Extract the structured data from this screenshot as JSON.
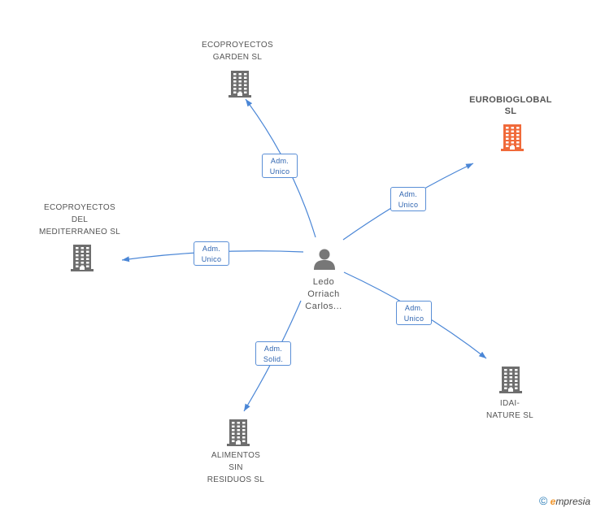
{
  "colors": {
    "edge": "#4a86d6",
    "building": "#6e6e6e",
    "building_highlight": "#f06a3a",
    "person": "#777777"
  },
  "center": {
    "name_lines": [
      "Ledo",
      "Orriach",
      "Carlos..."
    ],
    "icon": "person-icon"
  },
  "companies": [
    {
      "id": "ecoproyectos-garden",
      "lines": [
        "ECOPROYECTOS",
        "GARDEN SL"
      ],
      "highlight": false,
      "icon": "building-icon"
    },
    {
      "id": "eurobioglobal",
      "lines": [
        "EUROBIOGLOBAL",
        "SL"
      ],
      "highlight": true,
      "icon": "building-icon"
    },
    {
      "id": "ecoproyectos-mediterraneo",
      "lines": [
        "ECOPROYECTOS",
        "DEL",
        "MEDITERRANEO SL"
      ],
      "highlight": false,
      "icon": "building-icon"
    },
    {
      "id": "idai-nature",
      "lines": [
        "IDAI-",
        "NATURE SL"
      ],
      "highlight": false,
      "icon": "building-icon"
    },
    {
      "id": "alimentos-sin-residuos",
      "lines": [
        "ALIMENTOS",
        "SIN",
        "RESIDUOS  SL"
      ],
      "highlight": false,
      "icon": "building-icon"
    }
  ],
  "relations": [
    {
      "target": "ecoproyectos-garden",
      "lines": [
        "Adm.",
        "Unico"
      ]
    },
    {
      "target": "eurobioglobal",
      "lines": [
        "Adm.",
        "Unico"
      ]
    },
    {
      "target": "ecoproyectos-mediterraneo",
      "lines": [
        "Adm.",
        "Unico"
      ]
    },
    {
      "target": "idai-nature",
      "lines": [
        "Adm.",
        "Unico"
      ]
    },
    {
      "target": "alimentos-sin-residuos",
      "lines": [
        "Adm.",
        "Solid."
      ]
    }
  ],
  "footer": {
    "copyright": "©",
    "brand_first": "e",
    "brand_rest": "mpresia"
  }
}
